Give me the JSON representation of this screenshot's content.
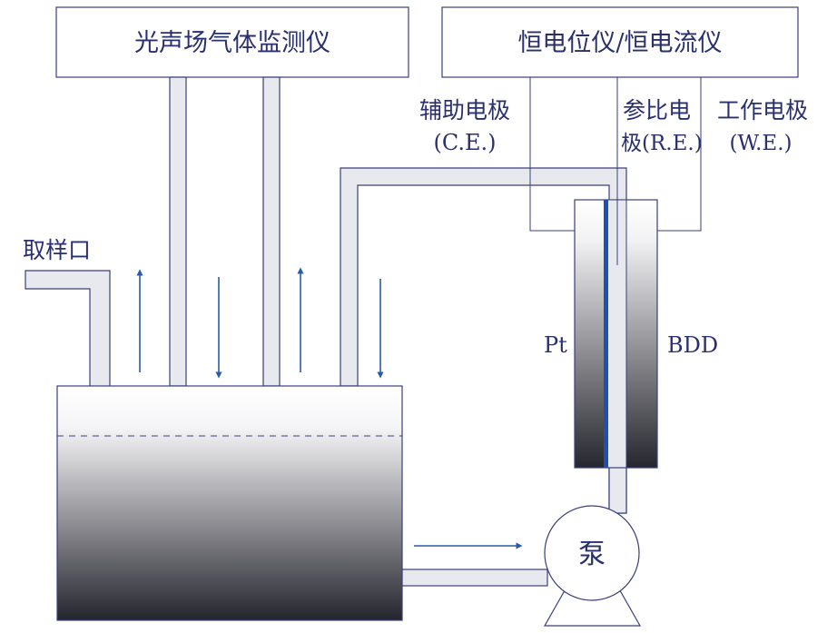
{
  "instruments": {
    "left_box": "光声场气体监测仪",
    "right_box": "恒电位仪/恒电流仪"
  },
  "electrodes": {
    "counter_line1": "辅助电极",
    "counter_line2": "(C.E.)",
    "reference_line1": "参比电",
    "reference_line2": "极(R.E.)",
    "working_line1": "工作电极",
    "working_line2": "(W.E.)"
  },
  "sampling_port": "取样口",
  "cell_labels": {
    "pt": "Pt",
    "bdd": "BDD"
  },
  "pump": "泵",
  "colors": {
    "outline": "#3a3f7a",
    "tube_fill": "#e8e8ef",
    "arrow": "#2a5aa8",
    "pt_electrode": "#1f4fb0",
    "tank_gradient_top": "#ffffff",
    "tank_gradient_bottom": "#25252e"
  }
}
